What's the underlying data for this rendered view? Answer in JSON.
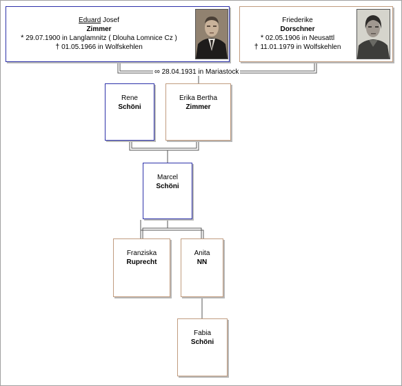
{
  "colors": {
    "male_border": "#2b2fa8",
    "female_border": "#c09b7e",
    "line": "#555555"
  },
  "parents": {
    "father": {
      "first_given": "Eduard",
      "other_given": "Josef",
      "surname": "Zimmer",
      "birth": "29.07.1900 in Langlamnitz ( Dlouha Lomnice Cz )",
      "death": "01.05.1966 in Wolfskehlen"
    },
    "mother": {
      "given": "Friederike",
      "surname": "Dorschner",
      "birth": "02.05.1906 in Neusattl",
      "death": "11.01.1979 in Wolfskehlen"
    },
    "marriage": "28.04.1931 in Mariastock",
    "symbols": {
      "birth": "*",
      "death": "†",
      "marriage": "∞"
    }
  },
  "people": {
    "rene": {
      "given": "Rene",
      "surname": "Schöni"
    },
    "erika": {
      "given": "Erika Bertha",
      "surname": "Zimmer"
    },
    "marcel": {
      "given": "Marcel",
      "surname": "Schöni"
    },
    "franziska": {
      "given": "Franziska",
      "surname": "Ruprecht"
    },
    "anita": {
      "given": "Anita",
      "surname": "NN"
    },
    "fabia": {
      "given": "Fabia",
      "surname": "Schöni"
    }
  }
}
